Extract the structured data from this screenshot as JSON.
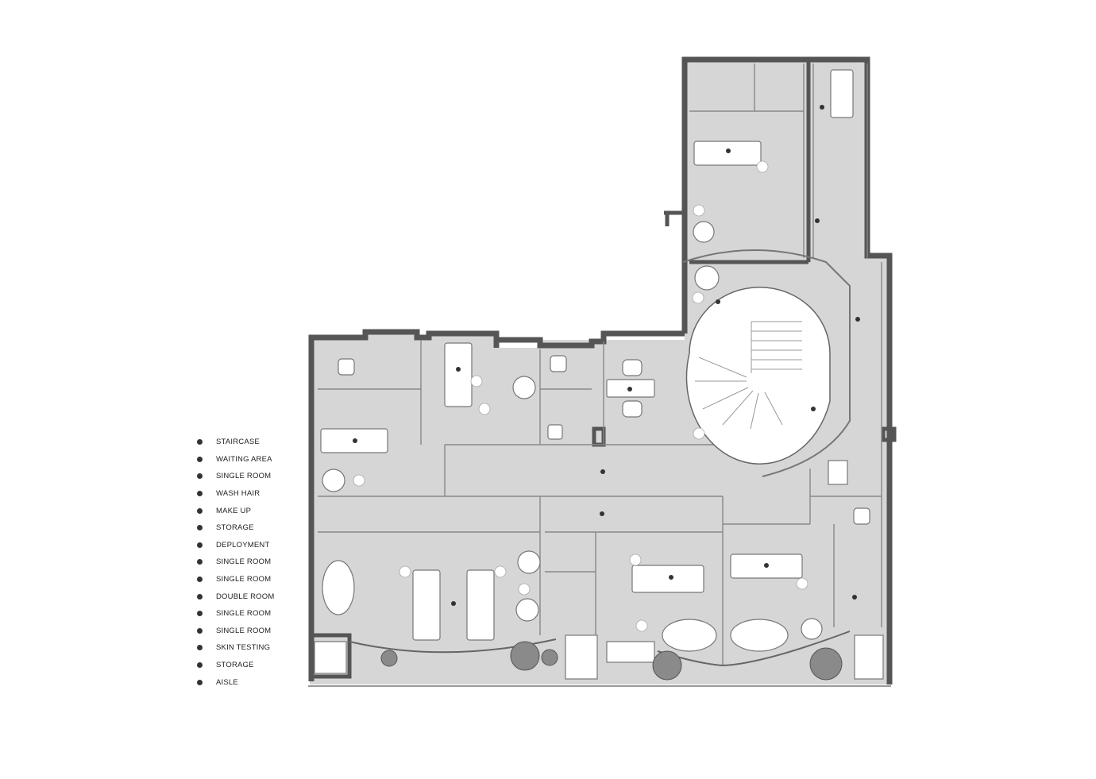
{
  "legend": {
    "items": [
      {
        "label": "STAIRCASE"
      },
      {
        "label": "WAITING AREA"
      },
      {
        "label": "SINGLE ROOM"
      },
      {
        "label": "WASH HAIR"
      },
      {
        "label": "MAKE UP"
      },
      {
        "label": "STORAGE"
      },
      {
        "label": "DEPLOYMENT"
      },
      {
        "label": "SINGLE ROOM"
      },
      {
        "label": "SINGLE ROOM"
      },
      {
        "label": "DOUBLE ROOM"
      },
      {
        "label": "SINGLE ROOM"
      },
      {
        "label": "SINGLE ROOM"
      },
      {
        "label": "SKIN TESTING"
      },
      {
        "label": "STORAGE"
      },
      {
        "label": "AISLE"
      }
    ]
  },
  "colors": {
    "wall": "#555555",
    "floor": "#d6d6d6",
    "furniture": "#ffffff",
    "marker": "#333333",
    "tree": "#777777"
  }
}
